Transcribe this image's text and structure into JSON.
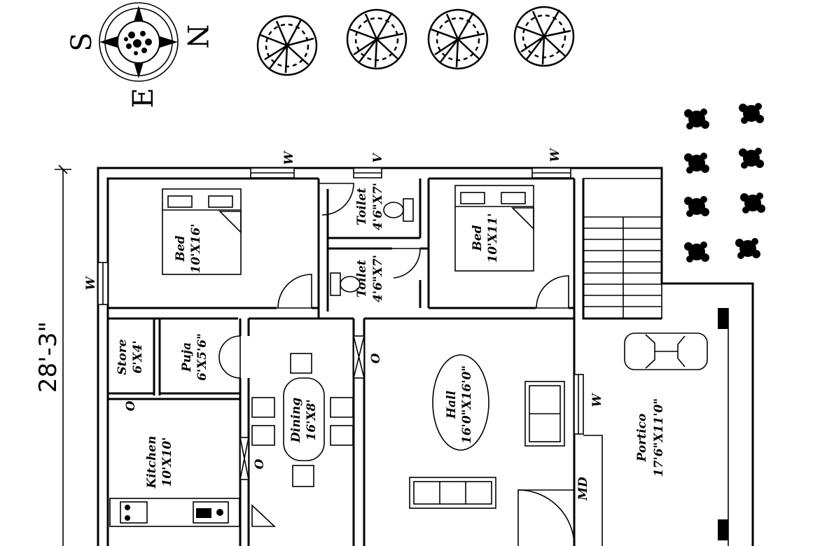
{
  "compass": {
    "s": "S",
    "n": "N",
    "e": "E"
  },
  "dimension": {
    "width": "28'-3\""
  },
  "rooms": {
    "bed1": {
      "name": "Bed",
      "size": "10'X16'"
    },
    "bed2": {
      "name": "Bed",
      "size": "10'X11'"
    },
    "toilet1": {
      "name": "Toilet",
      "size": "4'6\"X7'"
    },
    "toilet2": {
      "name": "Toilet",
      "size": "4'6\"X7'"
    },
    "store": {
      "name": "Store",
      "size": "6'X4'"
    },
    "puja": {
      "name": "Puja",
      "size": "6'X5'6\""
    },
    "dining": {
      "name": "Dining",
      "size": "16'X8'"
    },
    "kitchen": {
      "name": "Kitchen",
      "size": "10'X10'"
    },
    "hall": {
      "name": "Hall",
      "size": "16'0\"X16'0\""
    },
    "portico": {
      "name": "Portico",
      "size": "17'6\"X11'0\""
    }
  },
  "marks": {
    "window": "W",
    "ventilator": "V",
    "opening": "O",
    "main_door": "MD"
  }
}
